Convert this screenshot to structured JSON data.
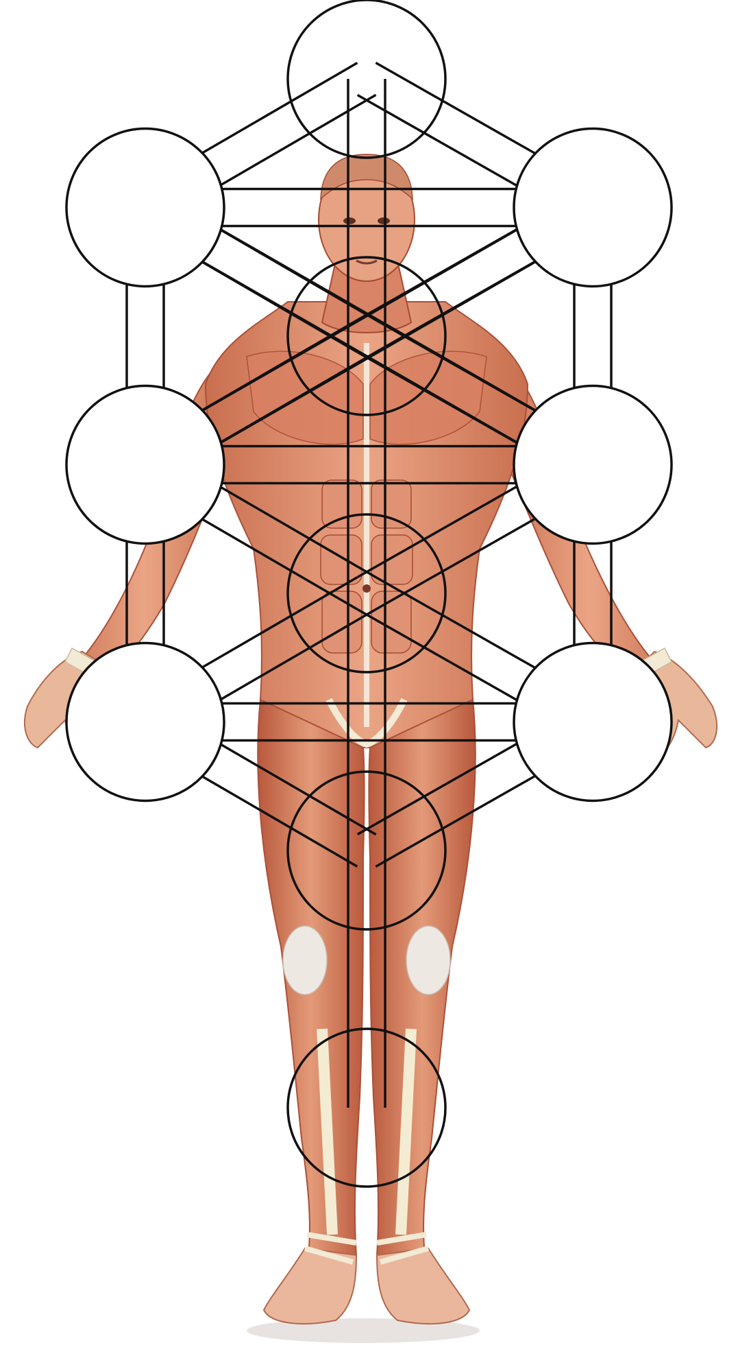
{
  "diagram": {
    "colors": {
      "background": "#ffffff",
      "line": "#111111",
      "circle_fill": "#ffffff",
      "skin_light": "#f3c9b0",
      "skin_mid": "#dc8e6c",
      "muscle_dark": "#b5543a",
      "tendon": "#f4ecd2",
      "hair": "#c98a6a"
    },
    "figure": {
      "description_icon": "human-muscle-anatomy-figure",
      "pose": "front-standing-arms-out"
    },
    "nodes": [
      {
        "id": "n1",
        "row": 1,
        "col": "center"
      },
      {
        "id": "n2",
        "row": 2,
        "col": "left"
      },
      {
        "id": "n3",
        "row": 2,
        "col": "right"
      },
      {
        "id": "n4",
        "row": 3,
        "col": "center"
      },
      {
        "id": "n5",
        "row": 4,
        "col": "left"
      },
      {
        "id": "n6",
        "row": 4,
        "col": "right"
      },
      {
        "id": "n7",
        "row": 5,
        "col": "center"
      },
      {
        "id": "n8",
        "row": 6,
        "col": "left"
      },
      {
        "id": "n9",
        "row": 6,
        "col": "right"
      },
      {
        "id": "n10",
        "row": 7,
        "col": "center"
      },
      {
        "id": "n11",
        "row": 9,
        "col": "center"
      }
    ],
    "connections": [
      [
        "n1",
        "n2"
      ],
      [
        "n1",
        "n3"
      ],
      [
        "n1",
        "n4"
      ],
      [
        "n2",
        "n3"
      ],
      [
        "n2",
        "n4"
      ],
      [
        "n2",
        "n5"
      ],
      [
        "n3",
        "n4"
      ],
      [
        "n3",
        "n6"
      ],
      [
        "n2",
        "n6"
      ],
      [
        "n3",
        "n5"
      ],
      [
        "n4",
        "n5"
      ],
      [
        "n4",
        "n6"
      ],
      [
        "n4",
        "n7"
      ],
      [
        "n5",
        "n6"
      ],
      [
        "n5",
        "n7"
      ],
      [
        "n5",
        "n8"
      ],
      [
        "n6",
        "n7"
      ],
      [
        "n6",
        "n9"
      ],
      [
        "n7",
        "n8"
      ],
      [
        "n7",
        "n9"
      ],
      [
        "n7",
        "n10"
      ],
      [
        "n8",
        "n9"
      ],
      [
        "n8",
        "n10"
      ],
      [
        "n9",
        "n10"
      ],
      [
        "n10",
        "n11"
      ]
    ]
  }
}
